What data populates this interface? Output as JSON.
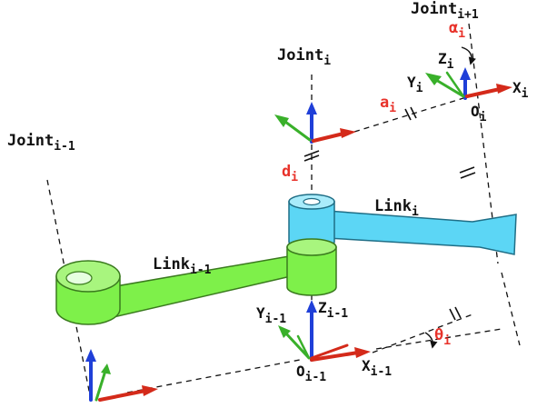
{
  "colors": {
    "link_prev": "#7ef04a",
    "link_prev_stroke": "#3a7a1e",
    "link_curr": "#5cd6f5",
    "link_curr_stroke": "#1f6e86",
    "axis_x": "#d42a1a",
    "axis_y": "#39b02a",
    "axis_z": "#1f3fd8",
    "param_text": "#e8322a"
  },
  "labels": {
    "joint_prev": {
      "base": "Joint",
      "sub": "i-1"
    },
    "joint_curr": {
      "base": "Joint",
      "sub": "i"
    },
    "joint_next": {
      "base": "Joint",
      "sub": "i+1"
    },
    "link_prev": {
      "base": "Link",
      "sub": "i-1"
    },
    "link_curr": {
      "base": "Link",
      "sub": "i"
    },
    "frame_prev": {
      "x": {
        "base": "X",
        "sub": "i-1"
      },
      "y": {
        "base": "Y",
        "sub": "i-1"
      },
      "z": {
        "base": "Z",
        "sub": "i-1"
      },
      "o": {
        "base": "O",
        "sub": "i-1"
      }
    },
    "frame_curr": {
      "x": {
        "base": "X",
        "sub": "i"
      },
      "y": {
        "base": "Y",
        "sub": "i"
      },
      "z": {
        "base": "Z",
        "sub": "i"
      },
      "o": {
        "base": "O",
        "sub": "i"
      }
    }
  },
  "params": {
    "alpha": {
      "base": "α",
      "sub": "i"
    },
    "a": {
      "base": "a",
      "sub": "i"
    },
    "d": {
      "base": "d",
      "sub": "i"
    },
    "theta": {
      "base": "θ",
      "sub": "i"
    }
  },
  "icons": [
    "axis-arrow",
    "rotation-arc-icon",
    "equal-tick-icon"
  ]
}
